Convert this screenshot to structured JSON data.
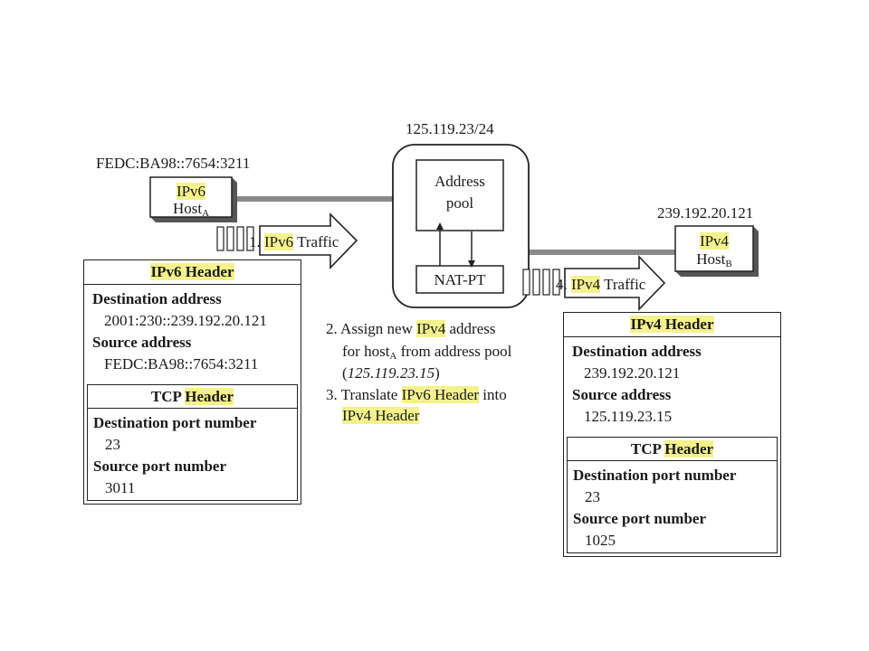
{
  "top_label": "125.119.23/24",
  "host_a": {
    "address": "FEDC:BA98::7654:3211",
    "line1": "IPv6",
    "line2": "Host",
    "line2_sub": "A"
  },
  "host_b": {
    "address": "239.192.20.121",
    "line1": "IPv4",
    "line2": "Host",
    "line2_sub": "B"
  },
  "router": {
    "pool_line1": "Address",
    "pool_line2": "pool",
    "natpt": "NAT-PT"
  },
  "arrow1": {
    "num": "1.",
    "proto": "IPv6",
    "word": "Traffic"
  },
  "arrow4": {
    "num": "4.",
    "proto": "IPv4",
    "word": "Traffic"
  },
  "steps": {
    "s2_line1_pre": "2. Assign new",
    "s2_line1_hl": "IPv4",
    "s2_line1_post": "address",
    "s2_line2_pre": "for host",
    "s2_line2_sub": "A",
    "s2_line2_post": "from address pool",
    "s2_line3_open": "(",
    "s2_line3_ital": "125.119.23.15",
    "s2_line3_close": ")",
    "s3_line1_pre": "3. Translate",
    "s3_line1_hl": "IPv6 Header",
    "s3_line1_post": "into",
    "s3_line2_hl": "IPv4 Header"
  },
  "left_packet": {
    "ip_header_title": "IPv6 Header",
    "dest_label": "Destination address",
    "dest_value": "2001:230::239.192.20.121",
    "src_label": "Source address",
    "src_value": "FEDC:BA98::7654:3211",
    "tcp_title_pre": "TCP",
    "tcp_title_hl": "Header",
    "dport_label": "Destination port number",
    "dport_value": "23",
    "sport_label": "Source port number",
    "sport_value": "3011"
  },
  "right_packet": {
    "ip_header_title": "IPv4 Header",
    "dest_label": "Destination address",
    "dest_value": "239.192.20.121",
    "src_label": "Source address",
    "src_value": "125.119.23.15",
    "tcp_title_pre": "TCP",
    "tcp_title_hl": "Header",
    "dport_label": "Destination port number",
    "dport_value": "23",
    "sport_label": "Source port number",
    "sport_value": "1025"
  },
  "colors": {
    "highlight": "#f4f28c",
    "ink": "#1a1a1a"
  }
}
